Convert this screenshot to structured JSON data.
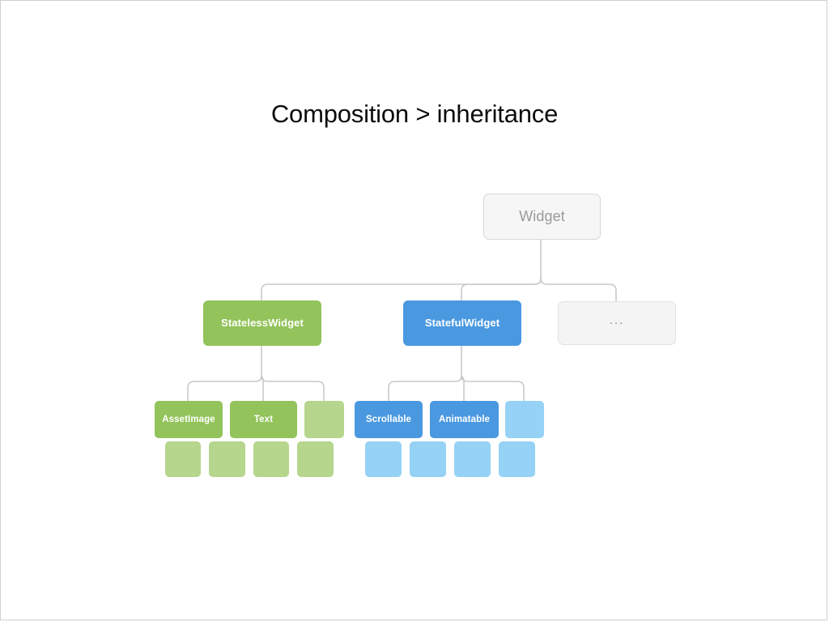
{
  "slide": {
    "title": "Composition > inheritance",
    "background": "#ffffff",
    "border_color": "#cfcfcf"
  },
  "palette": {
    "green": "#93c35b",
    "green_light": "#b5d68c",
    "blue": "#4a99e0",
    "blue_light": "#95d2f5",
    "node_gray_fill": "#f6f6f6",
    "node_gray_border": "#d8d8d8",
    "node_gray_text": "#9a9a9a",
    "connector": "#c9c9c9",
    "title_text": "#0d0d0d"
  },
  "diagram": {
    "type": "tree",
    "root": {
      "label": "Widget",
      "style": "root"
    },
    "level2": [
      {
        "label": "StatelessWidget",
        "style": "green"
      },
      {
        "label": "StatefulWidget",
        "style": "blue"
      },
      {
        "label": "...",
        "style": "placeholder"
      }
    ],
    "level3": [
      {
        "label": "AssetImage",
        "style": "green",
        "parent": "StatelessWidget"
      },
      {
        "label": "Text",
        "style": "green",
        "parent": "StatelessWidget"
      },
      {
        "label": "",
        "style": "green-light",
        "parent": "StatelessWidget"
      },
      {
        "label": "Scrollable",
        "style": "blue",
        "parent": "StatefulWidget"
      },
      {
        "label": "Animatable",
        "style": "blue",
        "parent": "StatefulWidget"
      },
      {
        "label": "",
        "style": "blue-light",
        "parent": "StatefulWidget"
      }
    ],
    "level4": [
      {
        "label": "",
        "style": "green-light"
      },
      {
        "label": "",
        "style": "green-light"
      },
      {
        "label": "",
        "style": "green-light"
      },
      {
        "label": "",
        "style": "green-light"
      },
      {
        "label": "",
        "style": "blue-light"
      },
      {
        "label": "",
        "style": "blue-light"
      },
      {
        "label": "",
        "style": "blue-light"
      },
      {
        "label": "",
        "style": "blue-light"
      }
    ]
  }
}
